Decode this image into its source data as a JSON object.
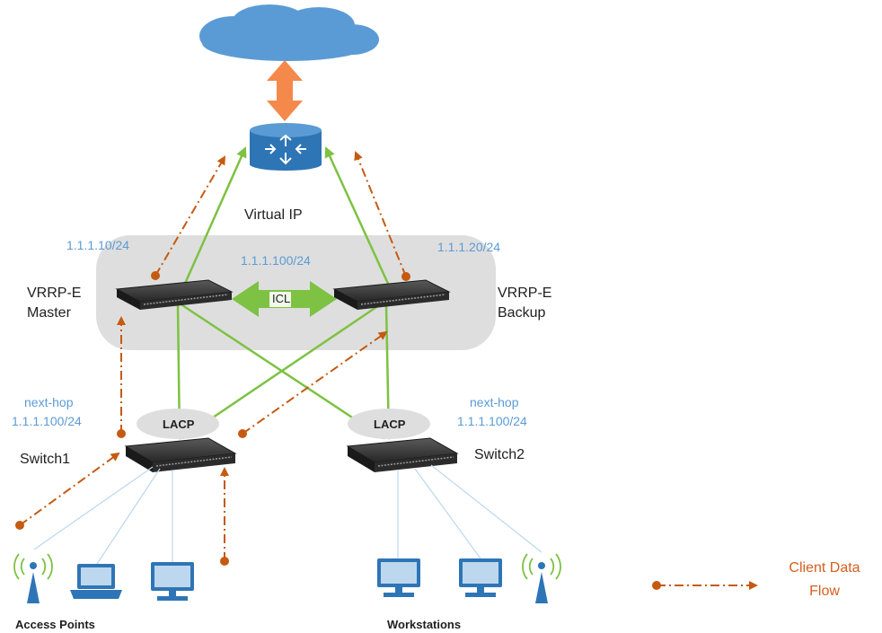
{
  "labels": {
    "virtual_ip": "Virtual IP",
    "master_ip": "1.1.1.10/24",
    "virtual_ip_addr": "1.1.1.100/24",
    "backup_ip": "1.1.1.20/24",
    "master_role_1": "VRRP-E",
    "master_role_2": "Master",
    "backup_role_1": "VRRP-E",
    "backup_role_2": "Backup",
    "icl": "ICL",
    "lacp_1": "LACP",
    "lacp_2": "LACP",
    "switch1": "Switch1",
    "switch2": "Switch2",
    "nexthop_left_1": "next-hop",
    "nexthop_left_2": "1.1.1.100/24",
    "nexthop_right_1": "next-hop",
    "nexthop_right_2": "1.1.1.100/24",
    "access_points": "Access Points",
    "workstations": "Workstations"
  },
  "legend": {
    "line_1": "Client Data",
    "line_2": "Flow"
  },
  "colors": {
    "link_green": "#7dc242",
    "flow_orange": "#c55a11",
    "cloud_blue": "#5b9bd5",
    "uplink_orange": "#f4894b",
    "router_blue": "#2e75b6",
    "ip_blue": "#5b9bd5",
    "legend_orange": "#d55e1e"
  },
  "icons": {
    "cloud": "cloud-icon",
    "router": "router-icon",
    "switch": "switch-icon",
    "access_point": "access-point-icon",
    "workstation": "monitor-icon"
  }
}
